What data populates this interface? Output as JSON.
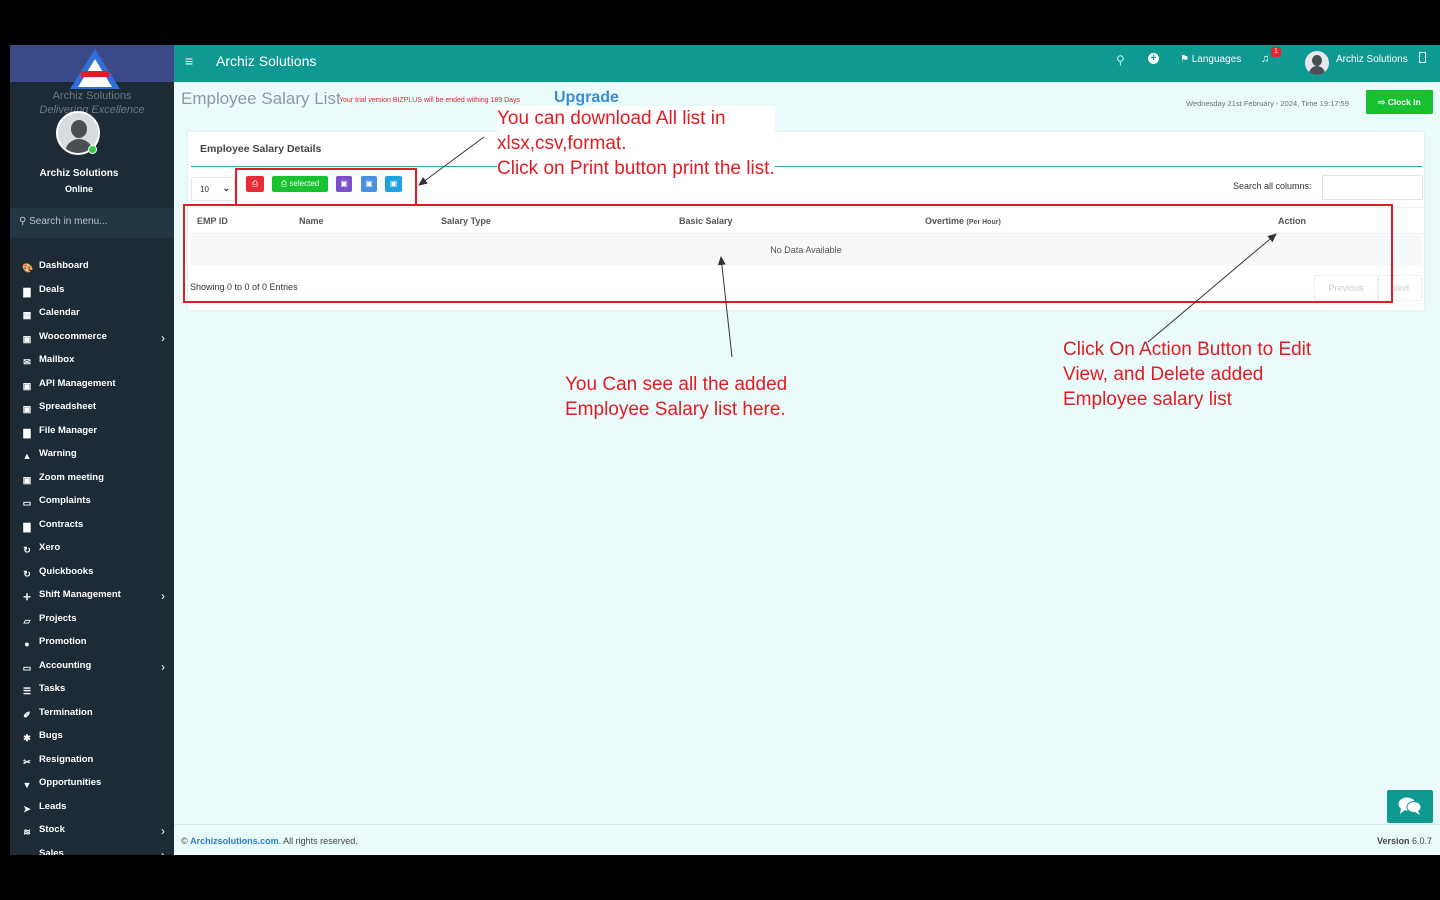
{
  "colors": {
    "sidebar_bg": "#1c2b36",
    "topbar_bg": "#0f9993",
    "page_bg": "#e9fbfb",
    "annotation_red": "#e21c24",
    "clock_in_green": "#18c12f"
  },
  "sidebar": {
    "company_name": "Archiz Solutions",
    "company_tagline": "Delivering Excellence",
    "user_name": "Archiz Solutions",
    "user_status": "Online",
    "search_placeholder": "Search in menu...",
    "items": [
      {
        "label": "Dashboard",
        "icon": "dashboard-icon",
        "glyph": "🎨",
        "chevron": false
      },
      {
        "label": "Deals",
        "icon": "file-icon",
        "glyph": "▇",
        "chevron": false
      },
      {
        "label": "Calendar",
        "icon": "calendar-icon",
        "glyph": "▦",
        "chevron": false
      },
      {
        "label": "Woocommerce",
        "icon": "document-icon",
        "glyph": "▣",
        "chevron": true
      },
      {
        "label": "Mailbox",
        "icon": "envelope-icon",
        "glyph": "✉",
        "chevron": false
      },
      {
        "label": "API Management",
        "icon": "document-icon",
        "glyph": "▣",
        "chevron": false
      },
      {
        "label": "Spreadsheet",
        "icon": "spreadsheet-icon",
        "glyph": "▣",
        "chevron": false
      },
      {
        "label": "File Manager",
        "icon": "file-icon",
        "glyph": "▇",
        "chevron": false
      },
      {
        "label": "Warning",
        "icon": "warning-icon",
        "glyph": "▲",
        "chevron": false
      },
      {
        "label": "Zoom meeting",
        "icon": "video-icon",
        "glyph": "▣",
        "chevron": false
      },
      {
        "label": "Complaints",
        "icon": "inbox-icon",
        "glyph": "▭",
        "chevron": false
      },
      {
        "label": "Contracts",
        "icon": "file-icon",
        "glyph": "▇",
        "chevron": false
      },
      {
        "label": "Xero",
        "icon": "refresh-icon",
        "glyph": "↻",
        "chevron": false
      },
      {
        "label": "Quickbooks",
        "icon": "refresh-icon",
        "glyph": "↻",
        "chevron": false
      },
      {
        "label": "Shift Management",
        "icon": "move-icon",
        "glyph": "✛",
        "chevron": true
      },
      {
        "label": "Projects",
        "icon": "folder-icon",
        "glyph": "▱",
        "chevron": false
      },
      {
        "label": "Promotion",
        "icon": "circle-icon",
        "glyph": "●",
        "chevron": false
      },
      {
        "label": "Accounting",
        "icon": "money-icon",
        "glyph": "▭",
        "chevron": true
      },
      {
        "label": "Tasks",
        "icon": "tasks-icon",
        "glyph": "☰",
        "chevron": false
      },
      {
        "label": "Termination",
        "icon": "eraser-icon",
        "glyph": "✐",
        "chevron": false
      },
      {
        "label": "Bugs",
        "icon": "bug-icon",
        "glyph": "✱",
        "chevron": false
      },
      {
        "label": "Resignation",
        "icon": "scissors-icon",
        "glyph": "✂",
        "chevron": false
      },
      {
        "label": "Opportunities",
        "icon": "filter-icon",
        "glyph": "▼",
        "chevron": false
      },
      {
        "label": "Leads",
        "icon": "paper-plane-icon",
        "glyph": "➤",
        "chevron": false
      },
      {
        "label": "Stock",
        "icon": "database-icon",
        "glyph": "≋",
        "chevron": true
      },
      {
        "label": "Sales",
        "icon": "cart-icon",
        "glyph": "▬",
        "chevron": true
      }
    ]
  },
  "topbar": {
    "menu_icon": "hamburger-icon",
    "title": "Archiz Solutions",
    "languages_label": "Languages",
    "notification_count": "1",
    "user_name": "Archiz Solutions"
  },
  "page": {
    "title": "Employee Salary List",
    "trial_text": "Your trial version BIZPLUS will be ended withing 189 Days",
    "upgrade_label": "Upgrade",
    "datetime": "Wednesday 21st February - 2024,  Time  19:17:59",
    "clock_in_label": "Clock In"
  },
  "card": {
    "title": "Employee Salary Details",
    "page_length": "10",
    "selected_label": "selected",
    "search_label": "Search all columns:",
    "columns": [
      {
        "label": "EMP ID",
        "sub": ""
      },
      {
        "label": "Name",
        "sub": ""
      },
      {
        "label": "Salary Type",
        "sub": ""
      },
      {
        "label": "Basic Salary",
        "sub": ""
      },
      {
        "label": "Overtime",
        "sub": "(Per Hour)"
      },
      {
        "label": "Action",
        "sub": ""
      }
    ],
    "empty_message": "No Data Available",
    "showing_text": "Showing 0 to 0 of 0 Entries",
    "previous_label": "Previous",
    "next_label": "Next"
  },
  "annotations": {
    "download_note": [
      "You can download All list in",
      "xlsx,csv,format.",
      "Click on Print button print the list."
    ],
    "list_note": [
      "You Can see all the added",
      "Employee Salary list here."
    ],
    "action_note": [
      "Click On Action Button to Edit",
      "View,  and   Delete added",
      "Employee salary list"
    ]
  },
  "footer": {
    "copyright_symbol": "©",
    "copyright_link": "Archizsolutions.com",
    "copyright_rest": ". All rights reserved.",
    "version_label": "Version",
    "version_number": "6.0.7"
  }
}
